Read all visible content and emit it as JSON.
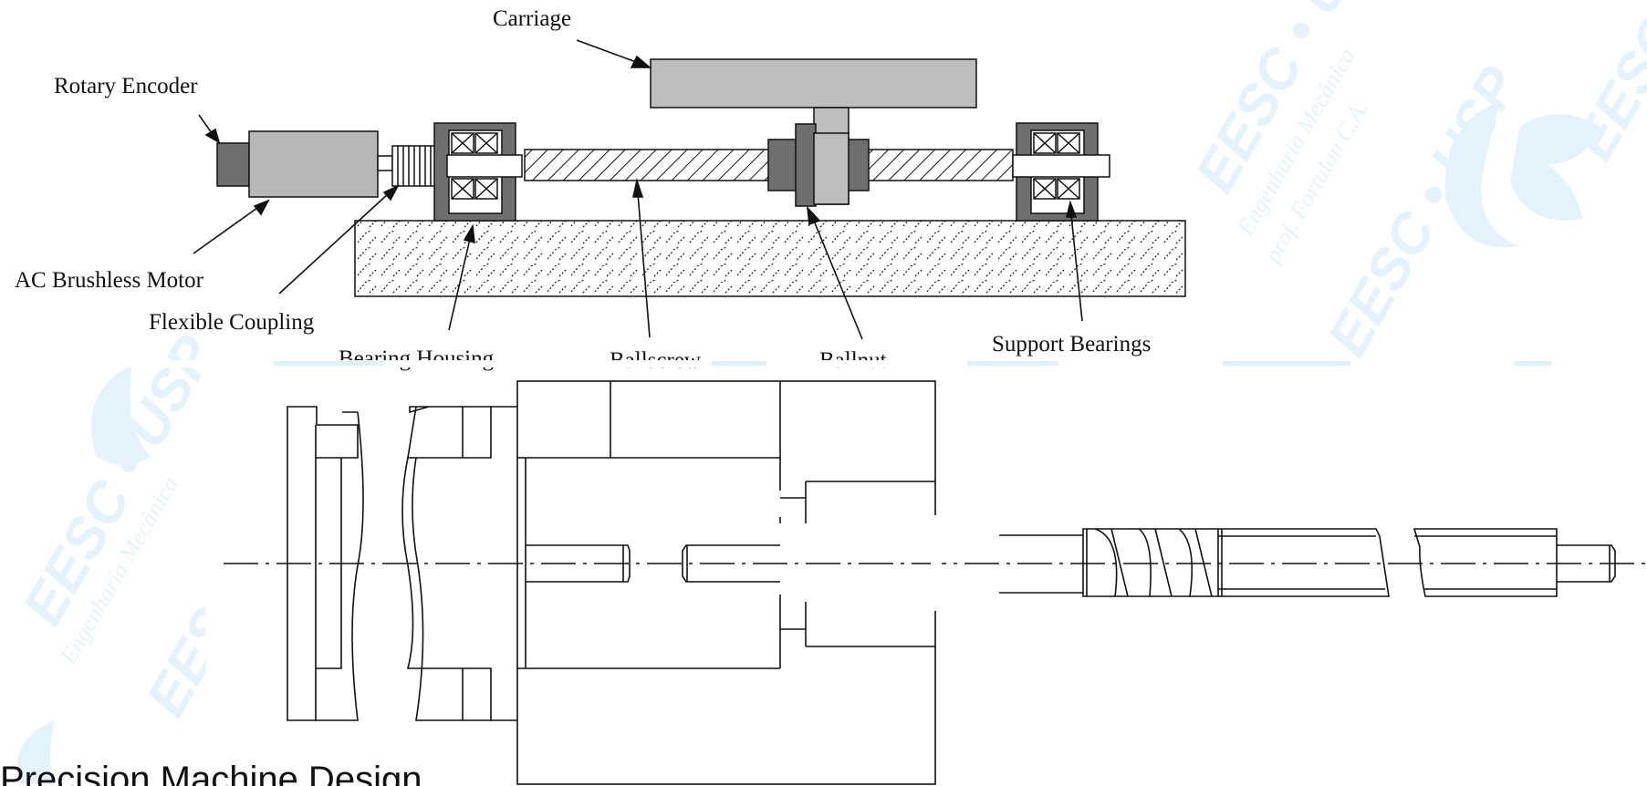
{
  "top_diagram": {
    "labels": {
      "carriage": "Carriage",
      "rotary_encoder": "Rotary Encoder",
      "ac_brushless_motor": "AC Brushless Motor",
      "flexible_coupling": "Flexible Coupling",
      "bearing_housing": "Bearing Housing",
      "ballscrew": "Ballscrew",
      "ballnut": "Ballnut",
      "support_bearings": "Support Bearings"
    }
  },
  "watermark": {
    "text_main": "EESC • USP",
    "text_sub1": "Engenharia Mecânica",
    "text_sub2": "prof. Fortulan C.A.",
    "color": "#d9eef9"
  },
  "footer": {
    "title": "Precision Machine Design"
  },
  "colors": {
    "line": "#111111",
    "housing": "#6f6f6f",
    "motor": "#b7b7b7",
    "carriage": "#bdbdbd"
  }
}
